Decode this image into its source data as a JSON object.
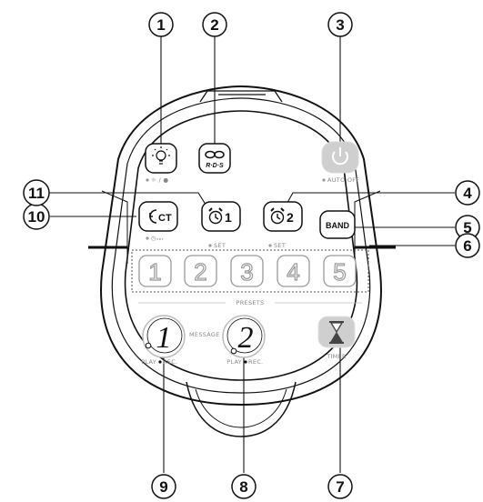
{
  "callouts": [
    {
      "id": "1",
      "label": "1"
    },
    {
      "id": "2",
      "label": "2"
    },
    {
      "id": "3",
      "label": "3"
    },
    {
      "id": "4",
      "label": "4"
    },
    {
      "id": "5",
      "label": "5"
    },
    {
      "id": "6",
      "label": "6"
    },
    {
      "id": "7",
      "label": "7"
    },
    {
      "id": "8",
      "label": "8"
    },
    {
      "id": "9",
      "label": "9"
    },
    {
      "id": "10",
      "label": "10"
    },
    {
      "id": "11",
      "label": "11"
    }
  ],
  "buttons": {
    "rds": {
      "text": "R·D·S"
    },
    "auto_off": {
      "label": "AUTO OFF"
    },
    "clock": {
      "text": "CT"
    },
    "alarm1": {
      "text": "1",
      "label": "SET"
    },
    "alarm2": {
      "text": "2",
      "label": "SET"
    },
    "band": {
      "text": "BAND"
    },
    "timer": {
      "label": "TIMER"
    }
  },
  "presets": {
    "label": "PRESETS",
    "keys": [
      "1",
      "2",
      "3",
      "4",
      "5"
    ]
  },
  "messages": {
    "label": "MESSAGE",
    "msg1": {
      "text": "1",
      "label_play": "PLAY",
      "label_rec": "REC."
    },
    "msg2": {
      "text": "2",
      "label_play": "PLAY",
      "label_rec": "REC."
    }
  }
}
